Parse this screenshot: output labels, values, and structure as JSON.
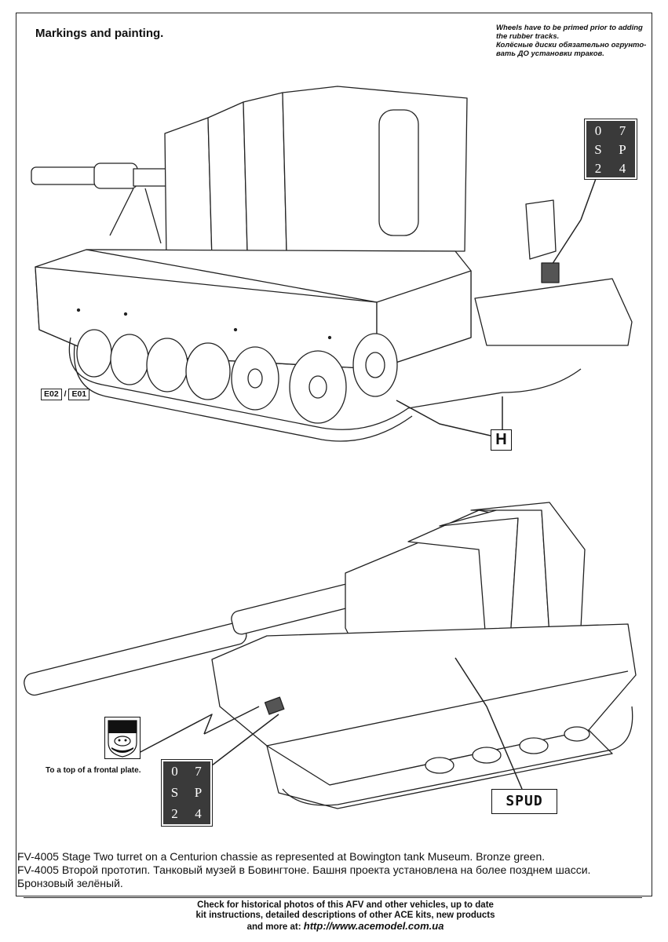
{
  "title": "Markings and painting.",
  "note": {
    "en_line1": "Wheels have to be primed prior to adding",
    "en_line2": "the rubber tracks.",
    "ru_line1": "Колёсные диски обязательно огрунто-",
    "ru_line2": "вать ДО установки траков."
  },
  "stencil_top": [
    "0",
    "7",
    "S",
    "P",
    "2",
    "4"
  ],
  "stencil_bottom": [
    "0",
    "7",
    "S",
    "P",
    "2",
    "4"
  ],
  "refs": {
    "e02": "E02",
    "sep": "/",
    "e01": "E01"
  },
  "callout_h": "H",
  "callout_spud": "SPUD",
  "frontal_note": "To a top of a frontal plate.",
  "caption": {
    "line1": "FV-4005 Stage Two turret on a Centurion chassie as represented at Bowington tank Museum. Bronze green.",
    "line2": "FV-4005 Второй прототип. Танковый музей в Бовингтоне. Башня проекта установлена на более позднем шасси.",
    "line3": "Бронзовый зелёный."
  },
  "footer": {
    "line1": "Check for historical photos of this AFV and  other vehicles, up to date",
    "line2": "kit instructions, detailed descriptions of other ACE kits, new products",
    "line3_prefix": "and more at: ",
    "url": "http://www.acemodel.com.ua"
  },
  "colors": {
    "stencil_bg": "#3a3a3a",
    "ink": "#111111"
  }
}
